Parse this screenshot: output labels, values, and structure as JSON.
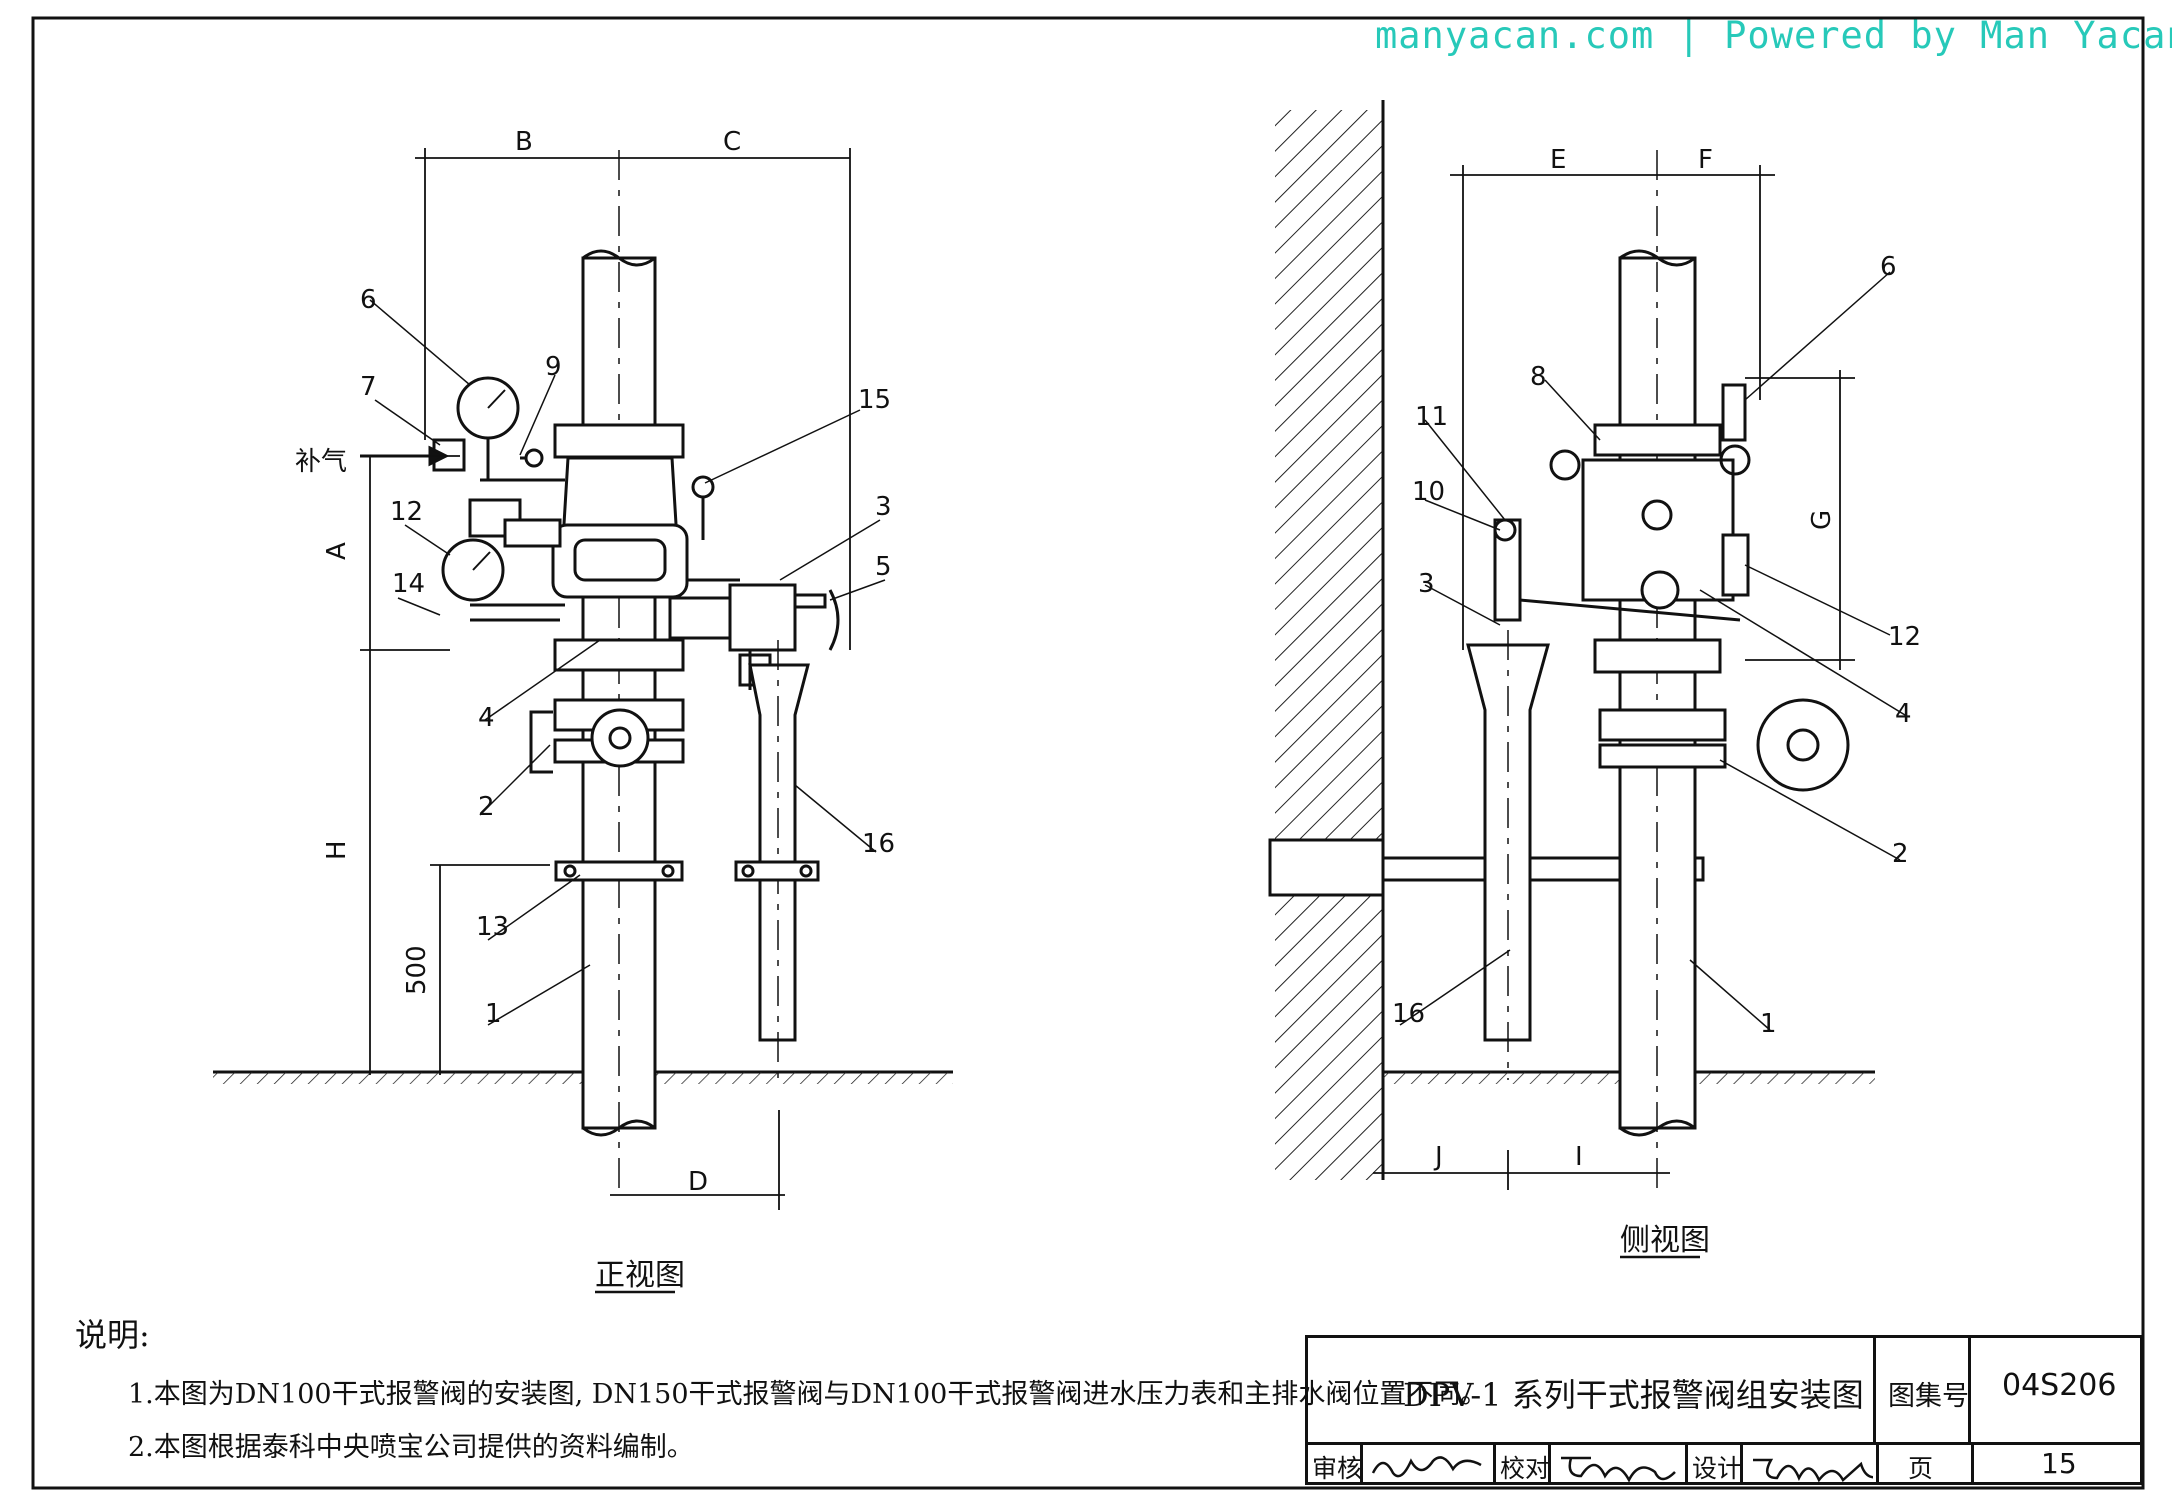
{
  "watermark": "manyacan.com | Powered by Man Yacan",
  "front_view": {
    "caption": "正视图",
    "dims": {
      "B": "B",
      "C": "C",
      "A": "A",
      "H": "H",
      "h500": "500",
      "D": "D"
    },
    "air_label": "补气",
    "callouts": [
      "6",
      "7",
      "9",
      "15",
      "3",
      "5",
      "12",
      "14",
      "4",
      "2",
      "16",
      "13",
      "1"
    ]
  },
  "side_view": {
    "caption": "侧视图",
    "dims": {
      "E": "E",
      "F": "F",
      "G": "G",
      "J": "J",
      "I": "I"
    },
    "callouts": [
      "11",
      "8",
      "6",
      "10",
      "3",
      "12",
      "4",
      "2",
      "16",
      "1"
    ]
  },
  "notes": {
    "title": "说明:",
    "items": [
      "1.本图为DN100干式报警阀的安装图, DN150干式报警阀与DN100干式报警阀进水压力表和主排水阀位置不同。",
      "2.本图根据泰科中央喷宝公司提供的资料编制。"
    ]
  },
  "title_block": {
    "drawing_title": "DPV-1 系列干式报警阀组安装图",
    "atlas_label": "图集号",
    "atlas_no": "04S206",
    "review_label": "审核",
    "check_label": "校对",
    "design_label": "设计",
    "page_label": "页",
    "page_no": "15"
  }
}
